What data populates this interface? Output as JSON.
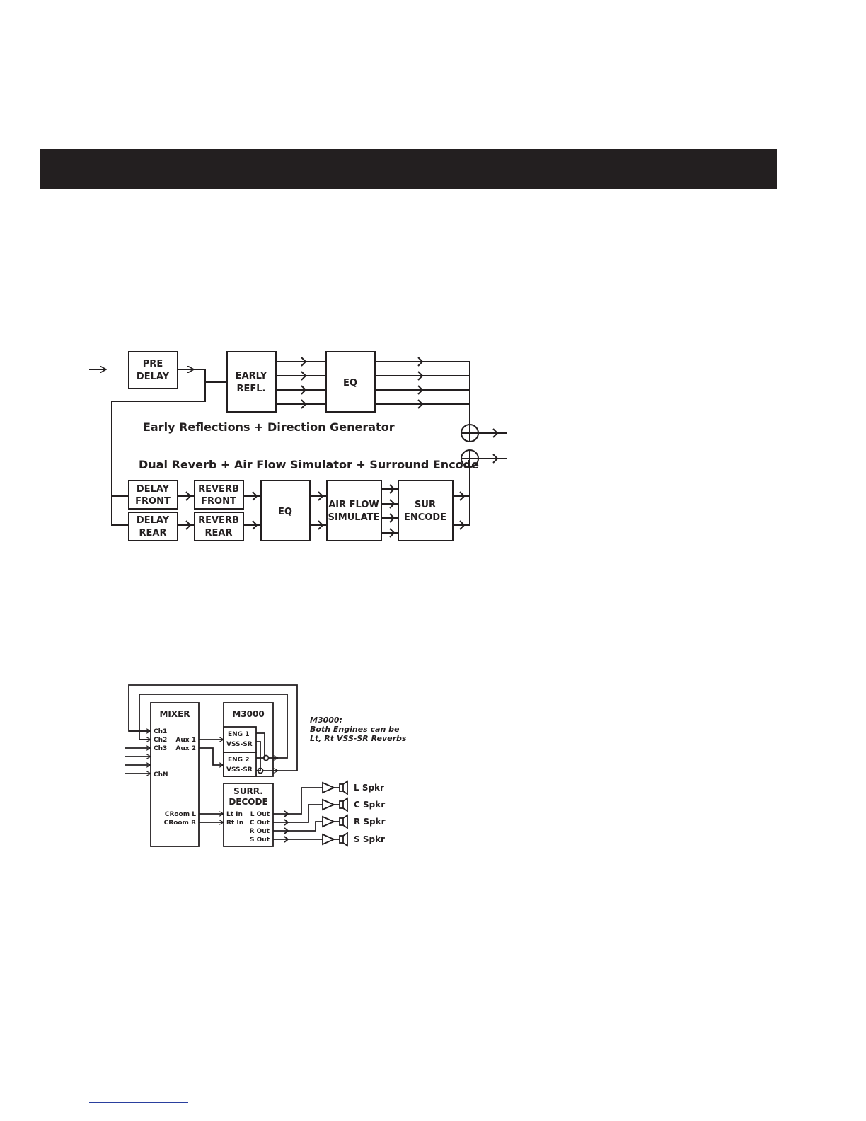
{
  "colors": {
    "ink": "#231f20",
    "header_bar": "#231f20",
    "footer_rule": "#2a3f9e"
  },
  "diagram1": {
    "pre_delay": [
      "PRE",
      "DELAY"
    ],
    "early_refl": [
      "EARLY",
      "REFL."
    ],
    "eq_top": "EQ",
    "caption_early": "Early Reflections + Direction Generator",
    "caption_dual": "Dual Reverb + Air Flow Simulator + Surround Encode",
    "delay_front": [
      "DELAY",
      "FRONT"
    ],
    "delay_rear": [
      "DELAY",
      "REAR"
    ],
    "reverb_front": [
      "REVERB",
      "FRONT"
    ],
    "reverb_rear": [
      "REVERB",
      "REAR"
    ],
    "eq_bottom": "EQ",
    "air_flow": [
      "AIR FLOW",
      "SIMULATE"
    ],
    "sur_encode": [
      "SUR",
      "ENCODE"
    ]
  },
  "diagram2": {
    "mixer": "MIXER",
    "m3000": "M3000",
    "ch1": "Ch1",
    "ch2": "Ch2",
    "ch3": "Ch3",
    "chn": "ChN",
    "aux1": "Aux 1",
    "aux2": "Aux 2",
    "croom_l": "CRoom L",
    "croom_r": "CRoom R",
    "eng1": [
      "ENG 1",
      "VSS-SR"
    ],
    "eng2": [
      "ENG 2",
      "VSS-SR"
    ],
    "note": [
      "M3000:",
      "Both Engines can be",
      "Lt, Rt VSS-SR Reverbs"
    ],
    "surr_decode": [
      "SURR.",
      "DECODE"
    ],
    "lt_in": "Lt In",
    "rt_in": "Rt In",
    "outs": [
      "L Out",
      "C Out",
      "R Out",
      "S Out"
    ],
    "speakers": [
      "L Spkr",
      "C Spkr",
      "R Spkr",
      "S Spkr"
    ]
  }
}
